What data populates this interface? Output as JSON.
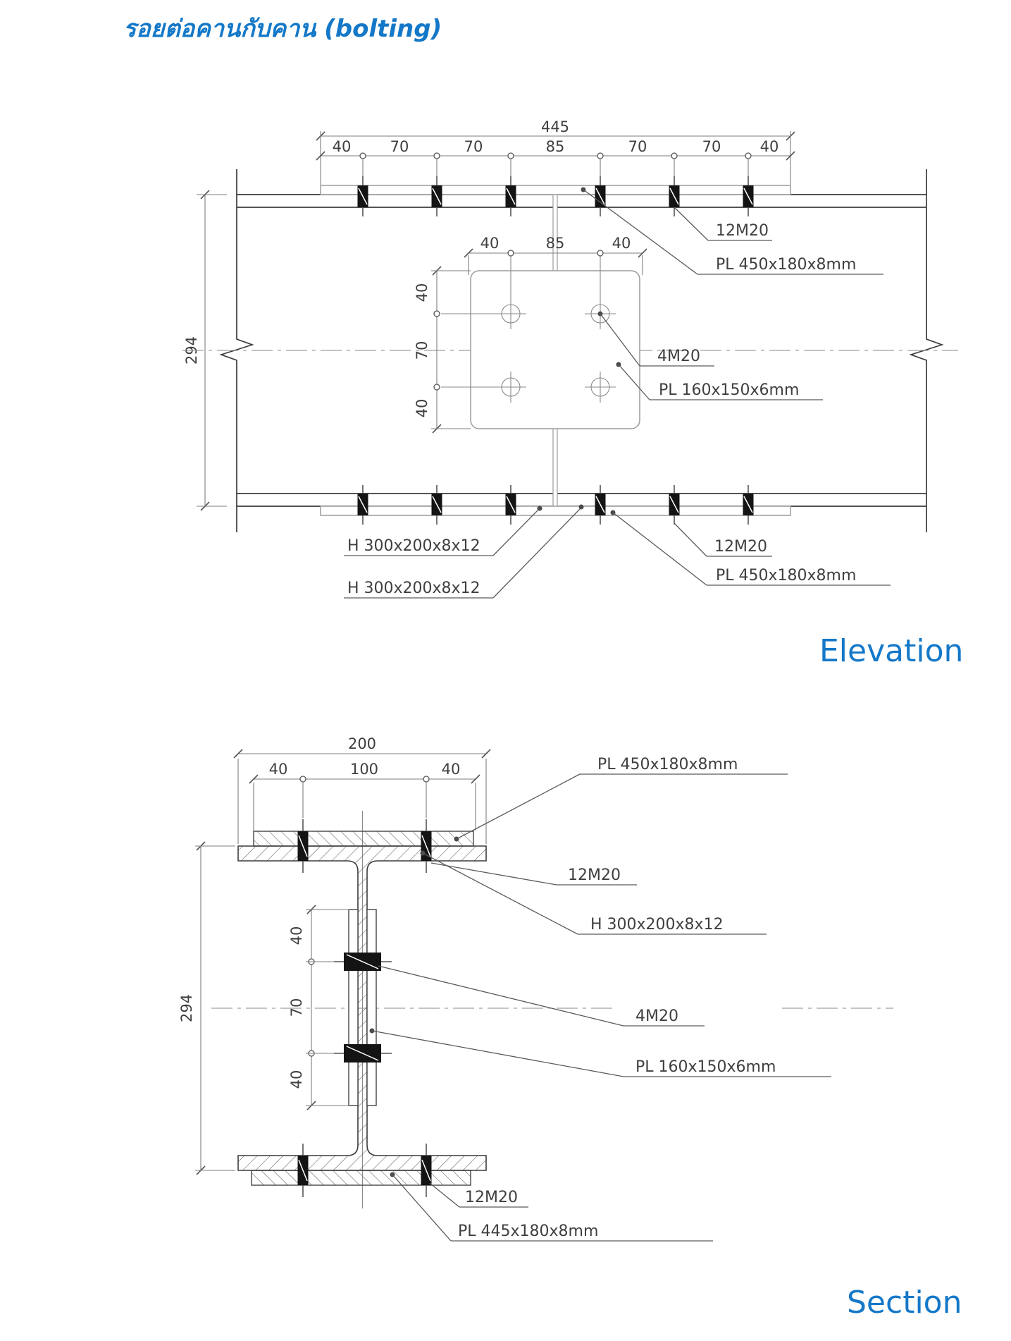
{
  "title": "รอยต่อคานกับคาน (bolting)",
  "colors": {
    "accent": "#1478c8"
  },
  "elevation": {
    "view_label": "Elevation",
    "total_width": "445",
    "chain": [
      "40",
      "70",
      "70",
      "85",
      "70",
      "70",
      "40"
    ],
    "depth": "294",
    "plate_chain_h": [
      "40",
      "85",
      "40"
    ],
    "plate_chain_v": [
      "40",
      "70",
      "40"
    ],
    "labels": {
      "top_bolts": "12M20",
      "top_plate": "PL 450x180x8mm",
      "web_bolts": "4M20",
      "web_plate": "PL 160x150x6mm",
      "left_beam": "H 300x200x8x12",
      "right_beam": "H 300x200x8x12",
      "bottom_bolts": "12M20",
      "bottom_plate": "PL 450x180x8mm"
    }
  },
  "section": {
    "view_label": "Section",
    "flange_width": "200",
    "chain": [
      "40",
      "100",
      "40"
    ],
    "depth": "294",
    "web_chain_v": [
      "40",
      "70",
      "40"
    ],
    "labels": {
      "top_plate": "PL 450x180x8mm",
      "top_bolts": "12M20",
      "beam": "H 300x200x8x12",
      "web_bolts": "4M20",
      "web_plate": "PL 160x150x6mm",
      "bottom_bolts": "12M20",
      "bottom_plate": "PL 445x180x8mm"
    }
  }
}
